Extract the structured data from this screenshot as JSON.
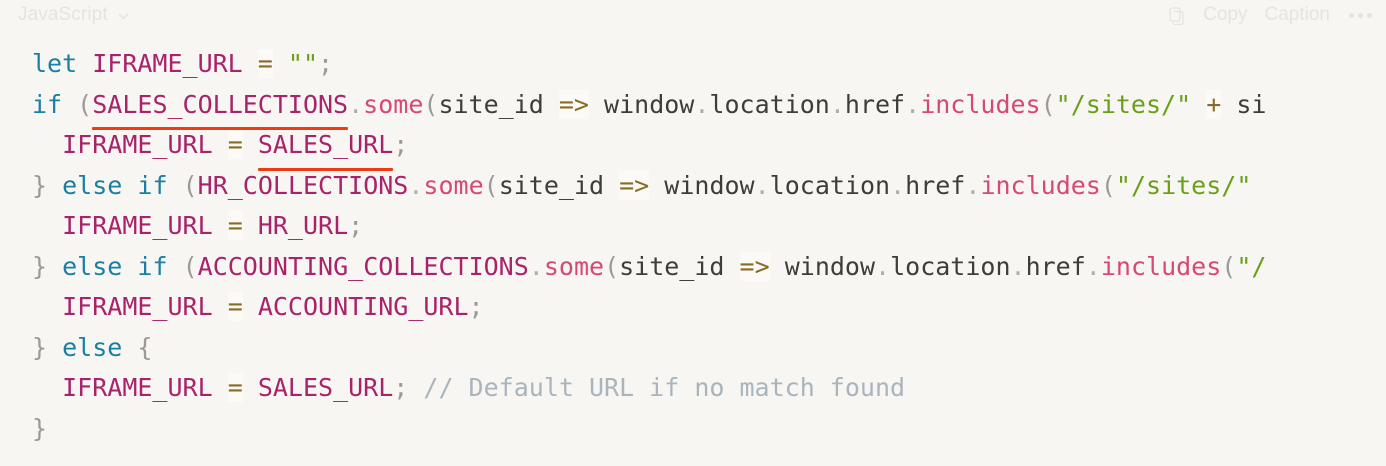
{
  "header": {
    "language": "JavaScript",
    "chevron_icon": "chevron-down-icon",
    "copy_icon": "copy-icon",
    "copy_label": "Copy",
    "caption_label": "Caption",
    "more_icon": "ellipsis-icon"
  },
  "theme": {
    "background": "#f7f6f2",
    "keyword": "#1a7fa3",
    "constant": "#a8236a",
    "operator": "#8a6a25",
    "string": "#6aa019",
    "punctuation": "#9b9b96",
    "plain": "#3d3d3b",
    "method": "#d64a72",
    "comment": "#a9b4bd",
    "error_underline": "#ef3b14",
    "header_text": "#e6e4dd"
  },
  "code": {
    "language": "JavaScript",
    "truncated_right": true,
    "lines": [
      {
        "n": 1,
        "text": "let IFRAME_URL = \"\";",
        "tokens": [
          {
            "t": "let",
            "c": "t-kw"
          },
          {
            "t": " ",
            "c": "t-plain"
          },
          {
            "t": "IFRAME_URL",
            "c": "t-const"
          },
          {
            "t": " ",
            "c": "t-plain"
          },
          {
            "t": "=",
            "c": "t-op"
          },
          {
            "t": " ",
            "c": "t-plain"
          },
          {
            "t": "\"\"",
            "c": "t-str"
          },
          {
            "t": ";",
            "c": "t-punc"
          }
        ]
      },
      {
        "n": 2,
        "text": "if (SALES_COLLECTIONS.some(site_id => window.location.href.includes(\"/sites/\" + si",
        "tokens": [
          {
            "t": "if",
            "c": "t-kw"
          },
          {
            "t": " ",
            "c": "t-plain"
          },
          {
            "t": "(",
            "c": "t-punc"
          },
          {
            "t": "SALES_COLLECTIONS",
            "c": "t-const",
            "err": true
          },
          {
            "t": ".",
            "c": "t-dot"
          },
          {
            "t": "some",
            "c": "t-method"
          },
          {
            "t": "(",
            "c": "t-punc"
          },
          {
            "t": "site_id",
            "c": "t-plain"
          },
          {
            "t": " ",
            "c": "t-plain"
          },
          {
            "t": "=>",
            "c": "t-op"
          },
          {
            "t": " ",
            "c": "t-plain"
          },
          {
            "t": "window",
            "c": "t-plain"
          },
          {
            "t": ".",
            "c": "t-dot"
          },
          {
            "t": "location",
            "c": "t-plain"
          },
          {
            "t": ".",
            "c": "t-dot"
          },
          {
            "t": "href",
            "c": "t-plain"
          },
          {
            "t": ".",
            "c": "t-dot"
          },
          {
            "t": "includes",
            "c": "t-method"
          },
          {
            "t": "(",
            "c": "t-punc"
          },
          {
            "t": "\"/sites/\"",
            "c": "t-str"
          },
          {
            "t": " ",
            "c": "t-plain"
          },
          {
            "t": "+",
            "c": "t-op"
          },
          {
            "t": " ",
            "c": "t-plain"
          },
          {
            "t": "si",
            "c": "t-plain"
          }
        ]
      },
      {
        "n": 3,
        "text": "  IFRAME_URL = SALES_URL;",
        "tokens": [
          {
            "t": "  ",
            "c": "t-plain"
          },
          {
            "t": "IFRAME_URL",
            "c": "t-const"
          },
          {
            "t": " ",
            "c": "t-plain"
          },
          {
            "t": "=",
            "c": "t-op"
          },
          {
            "t": " ",
            "c": "t-plain"
          },
          {
            "t": "SALES_URL",
            "c": "t-const",
            "err": true
          },
          {
            "t": ";",
            "c": "t-punc"
          }
        ]
      },
      {
        "n": 4,
        "text": "} else if (HR_COLLECTIONS.some(site_id => window.location.href.includes(\"/sites/\"",
        "tokens": [
          {
            "t": "}",
            "c": "t-punc"
          },
          {
            "t": " ",
            "c": "t-plain"
          },
          {
            "t": "else",
            "c": "t-kw"
          },
          {
            "t": " ",
            "c": "t-plain"
          },
          {
            "t": "if",
            "c": "t-kw"
          },
          {
            "t": " ",
            "c": "t-plain"
          },
          {
            "t": "(",
            "c": "t-punc"
          },
          {
            "t": "HR_COLLECTIONS",
            "c": "t-const"
          },
          {
            "t": ".",
            "c": "t-dot"
          },
          {
            "t": "some",
            "c": "t-method"
          },
          {
            "t": "(",
            "c": "t-punc"
          },
          {
            "t": "site_id",
            "c": "t-plain"
          },
          {
            "t": " ",
            "c": "t-plain"
          },
          {
            "t": "=>",
            "c": "t-op"
          },
          {
            "t": " ",
            "c": "t-plain"
          },
          {
            "t": "window",
            "c": "t-plain"
          },
          {
            "t": ".",
            "c": "t-dot"
          },
          {
            "t": "location",
            "c": "t-plain"
          },
          {
            "t": ".",
            "c": "t-dot"
          },
          {
            "t": "href",
            "c": "t-plain"
          },
          {
            "t": ".",
            "c": "t-dot"
          },
          {
            "t": "includes",
            "c": "t-method"
          },
          {
            "t": "(",
            "c": "t-punc"
          },
          {
            "t": "\"/sites/\"",
            "c": "t-str"
          }
        ]
      },
      {
        "n": 5,
        "text": "  IFRAME_URL = HR_URL;",
        "tokens": [
          {
            "t": "  ",
            "c": "t-plain"
          },
          {
            "t": "IFRAME_URL",
            "c": "t-const"
          },
          {
            "t": " ",
            "c": "t-plain"
          },
          {
            "t": "=",
            "c": "t-op"
          },
          {
            "t": " ",
            "c": "t-plain"
          },
          {
            "t": "HR_URL",
            "c": "t-const"
          },
          {
            "t": ";",
            "c": "t-punc"
          }
        ]
      },
      {
        "n": 6,
        "text": "} else if (ACCOUNTING_COLLECTIONS.some(site_id => window.location.href.includes(\",",
        "tokens": [
          {
            "t": "}",
            "c": "t-punc"
          },
          {
            "t": " ",
            "c": "t-plain"
          },
          {
            "t": "else",
            "c": "t-kw"
          },
          {
            "t": " ",
            "c": "t-plain"
          },
          {
            "t": "if",
            "c": "t-kw"
          },
          {
            "t": " ",
            "c": "t-plain"
          },
          {
            "t": "(",
            "c": "t-punc"
          },
          {
            "t": "ACCOUNTING_COLLECTIONS",
            "c": "t-const"
          },
          {
            "t": ".",
            "c": "t-dot"
          },
          {
            "t": "some",
            "c": "t-method"
          },
          {
            "t": "(",
            "c": "t-punc"
          },
          {
            "t": "site_id",
            "c": "t-plain"
          },
          {
            "t": " ",
            "c": "t-plain"
          },
          {
            "t": "=>",
            "c": "t-op"
          },
          {
            "t": " ",
            "c": "t-plain"
          },
          {
            "t": "window",
            "c": "t-plain"
          },
          {
            "t": ".",
            "c": "t-dot"
          },
          {
            "t": "location",
            "c": "t-plain"
          },
          {
            "t": ".",
            "c": "t-dot"
          },
          {
            "t": "href",
            "c": "t-plain"
          },
          {
            "t": ".",
            "c": "t-dot"
          },
          {
            "t": "includes",
            "c": "t-method"
          },
          {
            "t": "(",
            "c": "t-punc"
          },
          {
            "t": "\"/",
            "c": "t-str"
          }
        ]
      },
      {
        "n": 7,
        "text": "  IFRAME_URL = ACCOUNTING_URL;",
        "tokens": [
          {
            "t": "  ",
            "c": "t-plain"
          },
          {
            "t": "IFRAME_URL",
            "c": "t-const"
          },
          {
            "t": " ",
            "c": "t-plain"
          },
          {
            "t": "=",
            "c": "t-op"
          },
          {
            "t": " ",
            "c": "t-plain"
          },
          {
            "t": "ACCOUNTING_URL",
            "c": "t-const"
          },
          {
            "t": ";",
            "c": "t-punc"
          }
        ]
      },
      {
        "n": 8,
        "text": "} else {",
        "tokens": [
          {
            "t": "}",
            "c": "t-punc"
          },
          {
            "t": " ",
            "c": "t-plain"
          },
          {
            "t": "else",
            "c": "t-kw"
          },
          {
            "t": " ",
            "c": "t-plain"
          },
          {
            "t": "{",
            "c": "t-punc"
          }
        ]
      },
      {
        "n": 9,
        "text": "  IFRAME_URL = SALES_URL; // Default URL if no match found",
        "tokens": [
          {
            "t": "  ",
            "c": "t-plain"
          },
          {
            "t": "IFRAME_URL",
            "c": "t-const"
          },
          {
            "t": " ",
            "c": "t-plain"
          },
          {
            "t": "=",
            "c": "t-op"
          },
          {
            "t": " ",
            "c": "t-plain"
          },
          {
            "t": "SALES_URL",
            "c": "t-const"
          },
          {
            "t": ";",
            "c": "t-punc"
          },
          {
            "t": " ",
            "c": "t-plain"
          },
          {
            "t": "// Default URL if no match found",
            "c": "t-comment"
          }
        ]
      },
      {
        "n": 10,
        "text": "}",
        "tokens": [
          {
            "t": "}",
            "c": "t-punc"
          }
        ]
      }
    ]
  }
}
